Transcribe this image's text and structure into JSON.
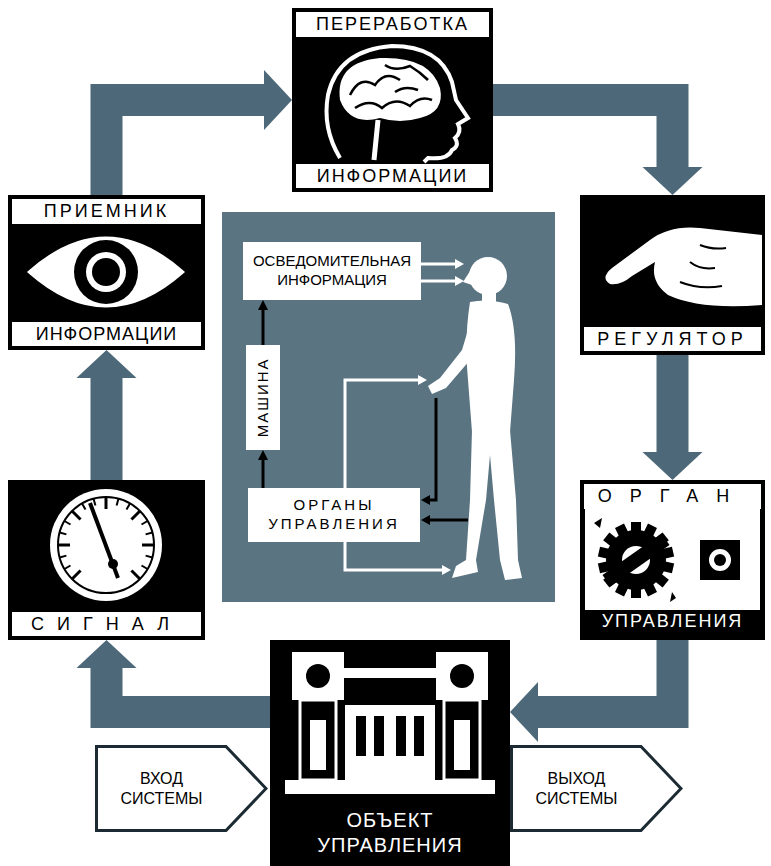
{
  "diagram": {
    "nodes": [
      {
        "text": [
          "ПЕРЕРАБОТКА",
          "ИНФОРМАЦИИ"
        ]
      },
      {
        "text": [
          "ПРИЕМНИК",
          "ИНФОРМАЦИИ"
        ]
      },
      {
        "text": [
          "РЕГУЛЯТОР"
        ]
      },
      {
        "text": [
          "ОСВЕДОМИТЕЛЬНАЯ ИНФОРМАЦИЯ"
        ]
      },
      {
        "text": [
          "МАШИНА"
        ]
      },
      {
        "text": [
          "СИГНАЛ"
        ]
      },
      {
        "text": [
          "ОРГАНЫ УПРАВЛЕНИЯ"
        ]
      },
      {
        "text": [
          "ОРГАН",
          "УПРАВЛЕНИЯ"
        ]
      },
      {
        "text": [
          "ВХОД СИСТЕМЫ"
        ]
      },
      {
        "text": [
          "ОБЪЕКТ УПРАВЛЕНИЯ"
        ]
      },
      {
        "text": [
          "ВЫХОД СИСТЕМЫ"
        ]
      }
    ],
    "edges": [
      {
        "from": 9,
        "to": 5,
        "arrow": "to"
      },
      {
        "from": 5,
        "to": 1,
        "arrow": "to"
      },
      {
        "from": 1,
        "to": 0,
        "arrow": "to"
      },
      {
        "from": 0,
        "to": 2,
        "arrow": "to"
      },
      {
        "from": 2,
        "to": 7,
        "arrow": "to"
      },
      {
        "from": 7,
        "to": 9,
        "arrow": "to"
      },
      {
        "from": 4,
        "to": 3,
        "arrow": "to"
      },
      {
        "from": 6,
        "to": 4,
        "arrow": "to"
      }
    ]
  }
}
